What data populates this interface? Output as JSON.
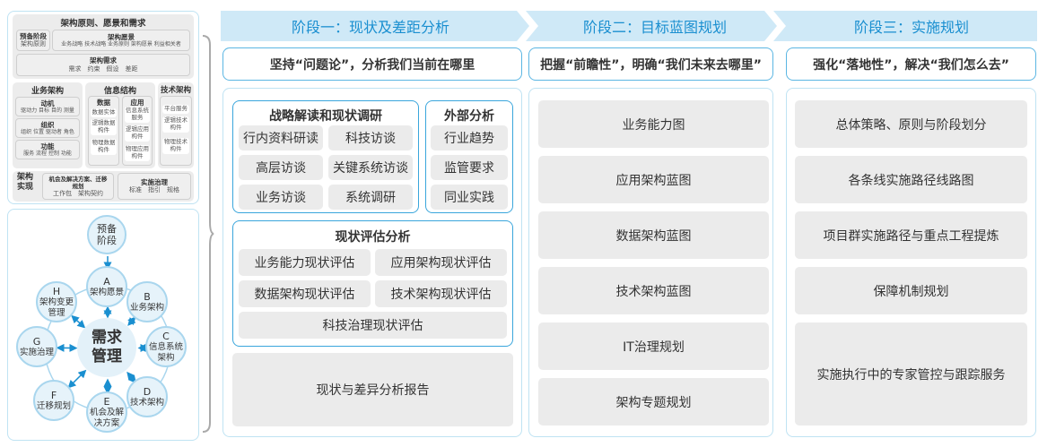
{
  "left_top": {
    "title": "架构原则、愿景和需求",
    "prep": {
      "title": "预备阶段",
      "text": "架构原则"
    },
    "vision": {
      "title": "架构愿景",
      "text": "业务战略 技术战略 业务原则 架构愿景 利益相关者"
    },
    "req": {
      "title": "架构需求",
      "text": "需求　约束　假设　差距"
    },
    "biz": {
      "title": "业务架构",
      "items": [
        {
          "title": "动机",
          "text": "驱动力 目标 目的 测量"
        },
        {
          "title": "组织",
          "text": "组织 位置 驱动者 角色"
        },
        {
          "title": "功能",
          "text": "服务 流程 控制 功能"
        }
      ]
    },
    "info": {
      "title": "信息结构",
      "data": {
        "title": "数据",
        "items": [
          "数据实体",
          "逻辑数据构件",
          "物理数据构件"
        ]
      },
      "app": {
        "title": "应用",
        "items": [
          "信息系统服务",
          "逻辑应用构件",
          "物理应用构件"
        ]
      }
    },
    "tech": {
      "title": "技术架构",
      "items": [
        "平台服务",
        "逻辑技术构件",
        "物理技术构件"
      ]
    },
    "impl": {
      "title": "架构实现",
      "opp": {
        "title": "机会及解决方案、迁移规划",
        "text": "工作包　架构契约"
      },
      "gov": {
        "title": "实施治理",
        "text": "标准　指引　规格"
      }
    }
  },
  "cycle": {
    "center": "需求管理",
    "prep": "预备阶段",
    "nodes": [
      {
        "letter": "A",
        "label": "架构愿景"
      },
      {
        "letter": "B",
        "label": "业务架构"
      },
      {
        "letter": "C",
        "label": "信息系统架构"
      },
      {
        "letter": "D",
        "label": "技术架构"
      },
      {
        "letter": "E",
        "label": "机会及解决方案"
      },
      {
        "letter": "F",
        "label": "迁移规划"
      },
      {
        "letter": "G",
        "label": "实施治理"
      },
      {
        "letter": "H",
        "label": "架构变更管理"
      }
    ]
  },
  "stages": [
    {
      "title": "阶段一：现状及差距分析",
      "subtitle": "坚持“问题论”，分析我们当前在哪里"
    },
    {
      "title": "阶段二：目标蓝图规划",
      "subtitle": "把握“前瞻性”，明确“我们未来去哪里”"
    },
    {
      "title": "阶段三：实施规划",
      "subtitle": "强化“落地性”，解决“我们怎么去”"
    }
  ],
  "stage1": {
    "strategy": {
      "title": "战略解读和现状调研",
      "items": [
        "行内资料研读",
        "科技访谈",
        "高层访谈",
        "关键系统访谈",
        "业务访谈",
        "系统调研"
      ]
    },
    "external": {
      "title": "外部分析",
      "items": [
        "行业趋势",
        "监管要求",
        "同业实践"
      ]
    },
    "assessment": {
      "title": "现状评估分析",
      "items": [
        "业务能力现状评估",
        "应用架构现状评估",
        "数据架构现状评估",
        "技术架构现状评估",
        "科技治理现状评估"
      ]
    },
    "report": "现状与差异分析报告"
  },
  "stage2": {
    "items": [
      "业务能力图",
      "应用架构蓝图",
      "数据架构蓝图",
      "技术架构蓝图",
      "IT治理规划",
      "架构专题规划"
    ]
  },
  "stage3": {
    "items": [
      "总体策略、原则与阶段划分",
      "各条线实施路径线路图",
      "项目群实施路径与重点工程提炼",
      "保障机制规划",
      "实施执行中的专家管控与跟踪服务"
    ]
  },
  "colors": {
    "accent": "#1a8fd0",
    "header_bg": "#cfe9f7",
    "border": "#3aa6dc",
    "item_bg": "#ebebeb"
  }
}
